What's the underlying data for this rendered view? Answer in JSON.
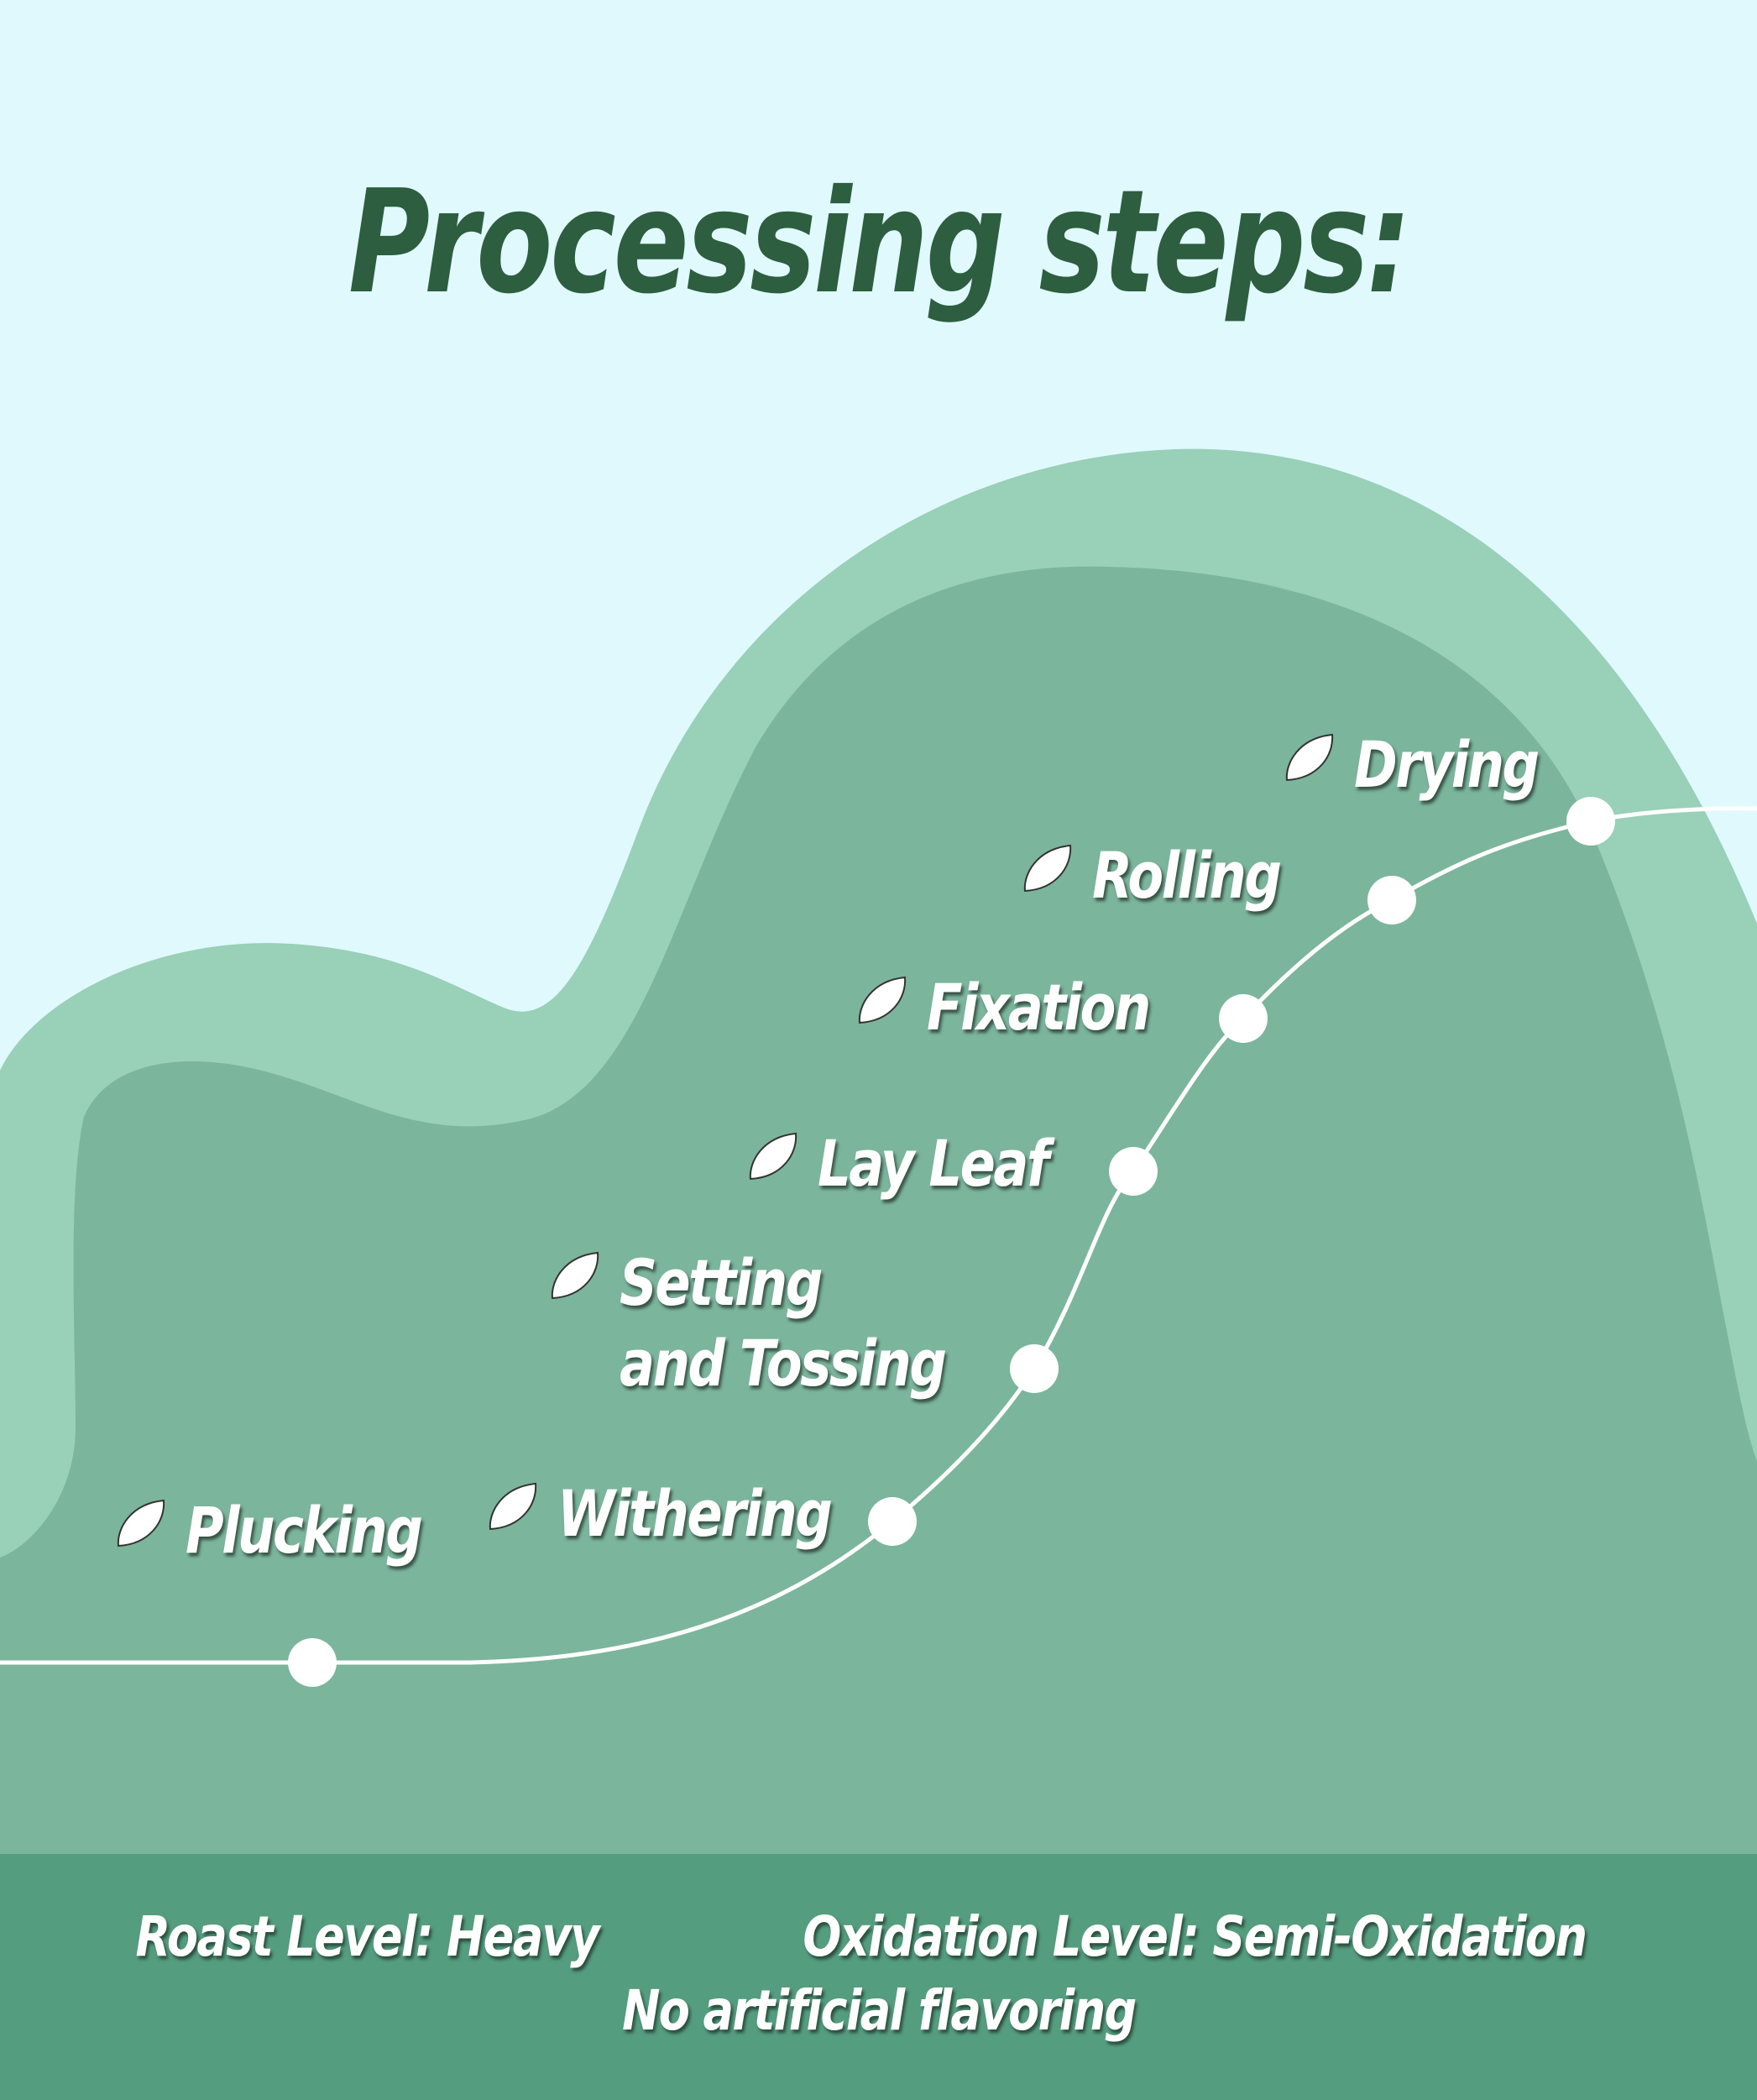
{
  "title": "Processing steps:",
  "steps": [
    {
      "label": "Plucking"
    },
    {
      "label": "Withering"
    },
    {
      "label": "Setting\nand Tossing"
    },
    {
      "label": "Lay Leaf"
    },
    {
      "label": "Fixation"
    },
    {
      "label": "Rolling"
    },
    {
      "label": "Drying"
    }
  ],
  "footer": {
    "roast_level": "Roast Level: Heavy",
    "oxidation_level": "Oxidation Level: Semi-Oxidation",
    "note": "No artificial flavoring"
  },
  "colors": {
    "background": "#e0f9fc",
    "hill_light": "#98d0b8",
    "hill_dark": "#7bb59c",
    "footer": "#559d7f",
    "title": "#2c5e3f",
    "path": "#ffffff"
  },
  "icons": {
    "step_marker": "leaf-icon",
    "path_node": "circle-node"
  }
}
